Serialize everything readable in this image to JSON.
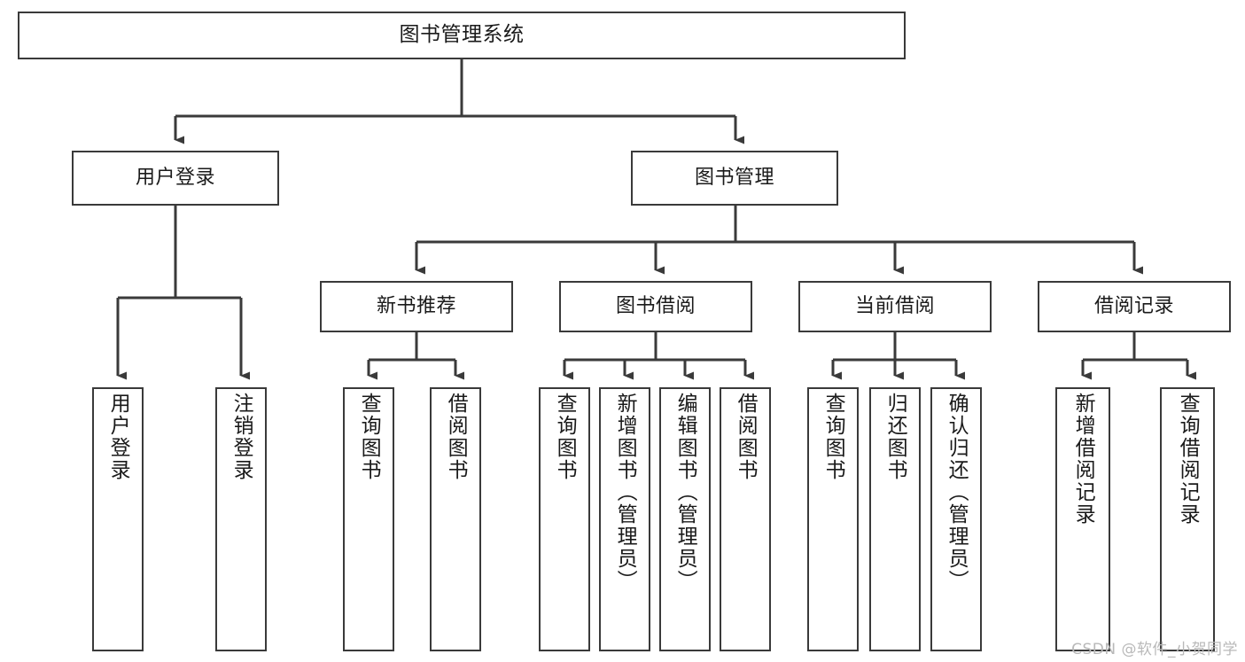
{
  "diagram": {
    "type": "tree-hierarchy-chart",
    "title": "图书管理系统",
    "watermark": "CSDN @软件_小贺同学",
    "colors": {
      "box_border": "#3a3a3a",
      "box_fill": "#ffffff",
      "connector": "#3a3a3a",
      "text": "#1a1a1a",
      "watermark": "#b9b9b9",
      "background": "#ffffff"
    },
    "root": {
      "label": "图书管理系统"
    },
    "level1": [
      {
        "label": "用户登录"
      },
      {
        "label": "图书管理"
      }
    ],
    "level2": [
      {
        "label": "新书推荐"
      },
      {
        "label": "图书借阅"
      },
      {
        "label": "当前借阅"
      },
      {
        "label": "借阅记录"
      }
    ],
    "leaves": {
      "user_login": [
        {
          "label": "用户登录"
        },
        {
          "label": "注销登录"
        }
      ],
      "new_book_recommend": [
        {
          "label": "查询图书"
        },
        {
          "label": "借阅图书"
        }
      ],
      "book_borrow": [
        {
          "label": "查询图书"
        },
        {
          "label": "新增图书（管理员）"
        },
        {
          "label": "编辑图书（管理员）"
        },
        {
          "label": "借阅图书"
        }
      ],
      "current_borrow": [
        {
          "label": "查询图书"
        },
        {
          "label": "归还图书"
        },
        {
          "label": "确认归还（管理员）"
        }
      ],
      "borrow_record": [
        {
          "label": "新增借阅记录"
        },
        {
          "label": "查询借阅记录"
        }
      ]
    }
  }
}
